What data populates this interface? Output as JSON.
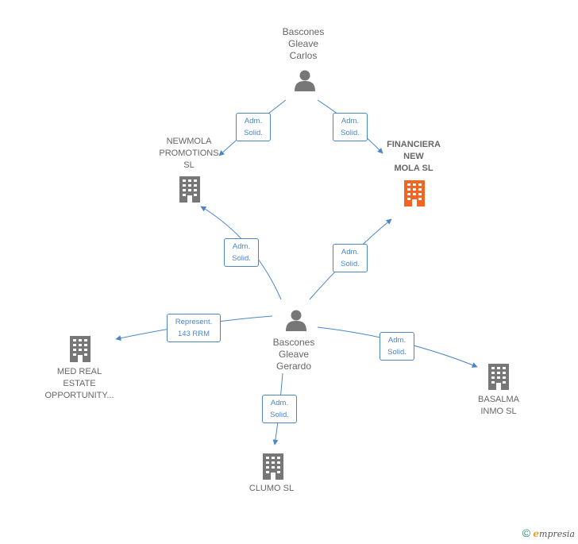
{
  "people": {
    "carlos": {
      "name": "Bascones\nGleave\nCarlos",
      "icon": "person-icon"
    },
    "gerardo": {
      "name": "Bascones\nGleave\nGerardo",
      "icon": "person-icon"
    }
  },
  "companies": {
    "newmola": {
      "name": "NEWMOLA\nPROMOTIONS\nSL",
      "icon": "building-icon"
    },
    "financiera": {
      "name": "FINANCIERA\nNEW\nMOLA  SL",
      "icon": "building-icon",
      "highlight": true
    },
    "medreal": {
      "name": "MED REAL\nESTATE\nOPPORTUNITY...",
      "icon": "building-icon"
    },
    "basalma": {
      "name": "BASALMA\nINMO  SL",
      "icon": "building-icon"
    },
    "clumo": {
      "name": "CLUMO  SL",
      "icon": "building-icon"
    }
  },
  "edges": {
    "carlos_newmola": "Adm.\nSolid.",
    "carlos_financiera": "Adm.\nSolid.",
    "gerardo_newmola": "Adm.\nSolid.",
    "gerardo_financiera": "Adm.\nSolid.",
    "gerardo_medreal": "Represent.\n143 RRM",
    "gerardo_basalma": "Adm.\nSolid.",
    "gerardo_clumo": "Adm.\nSolid."
  },
  "footer": {
    "copyright": "©",
    "brand_initial": "e",
    "brand_rest": "mpresia"
  },
  "colors": {
    "edge": "#4a86c8",
    "node": "#777777",
    "highlight": "#f26522"
  }
}
